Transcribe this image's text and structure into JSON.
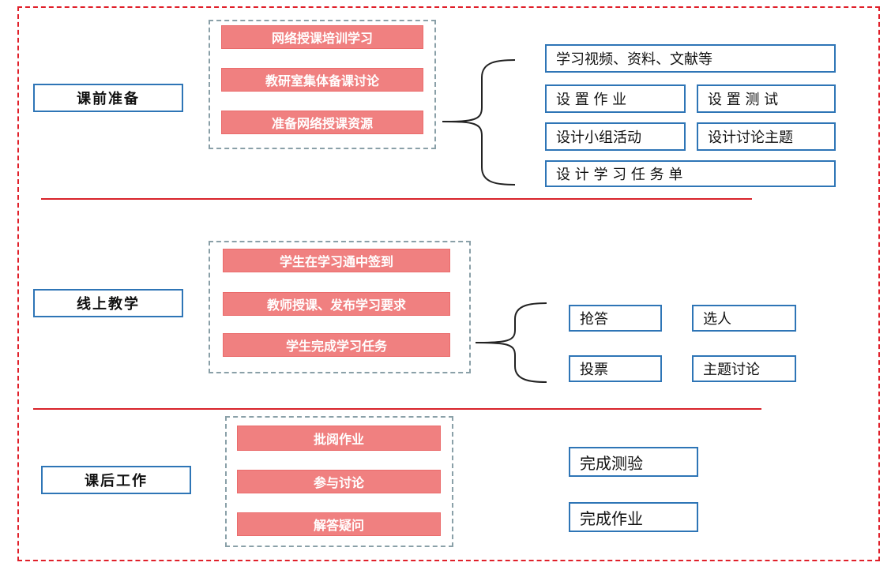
{
  "sections": {
    "pre": {
      "label": "课前准备",
      "steps": [
        "网络授课培训学习",
        "教研室集体备课讨论",
        "准备网络授课资源"
      ],
      "items": [
        "学习视频、资料、文献等",
        "设 置 作 业",
        "设 置 测 试",
        "设计小组活动",
        "设计讨论主题",
        "设 计 学 习 任 务 单"
      ]
    },
    "online": {
      "label": "线上教学",
      "steps": [
        "学生在学习通中签到",
        "教师授课、发布学习要求",
        "学生完成学习任务"
      ],
      "items": [
        "抢答",
        "选人",
        "投票",
        "主题讨论"
      ]
    },
    "post": {
      "label": "课后工作",
      "steps": [
        "批阅作业",
        "参与讨论",
        "解答疑问"
      ],
      "items": [
        "完成测验",
        "完成作业"
      ]
    }
  },
  "colors": {
    "frame": "#e0202a",
    "divider": "#d8232a",
    "label_border": "#2e75b6",
    "step_fill": "#f08080",
    "group_border": "#8aa0a8"
  }
}
